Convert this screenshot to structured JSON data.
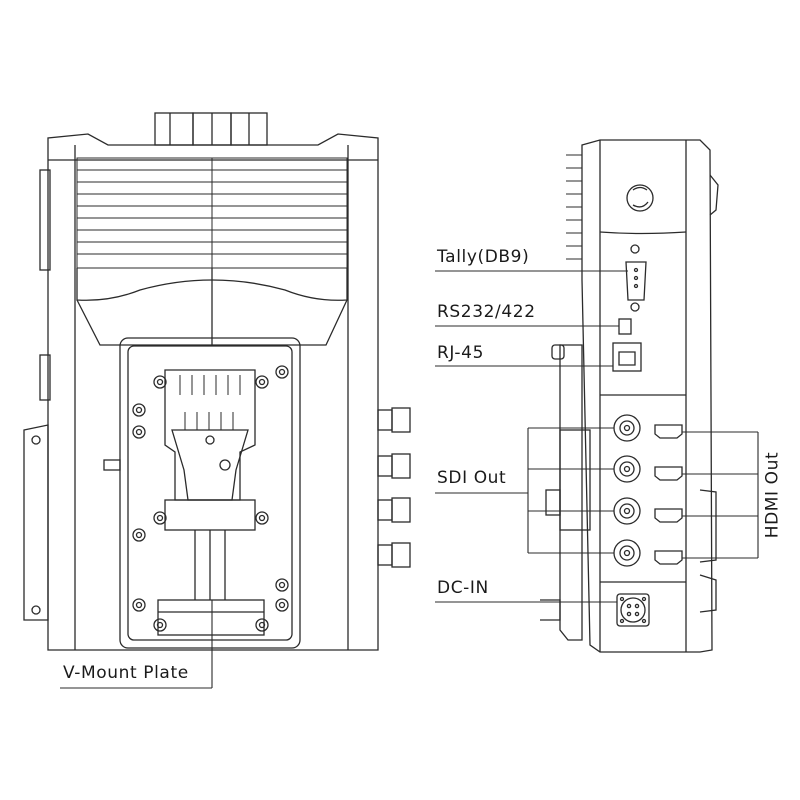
{
  "labels": {
    "tally": "Tally(DB9)",
    "rs232": "RS232/422",
    "rj45": "RJ-45",
    "sdi_out": "SDI Out",
    "dc_in": "DC-IN",
    "hdmi_out": "HDMI Out",
    "vmount": "V-Mount Plate"
  },
  "colors": {
    "line": "#2b2b2b",
    "background": "#ffffff"
  }
}
